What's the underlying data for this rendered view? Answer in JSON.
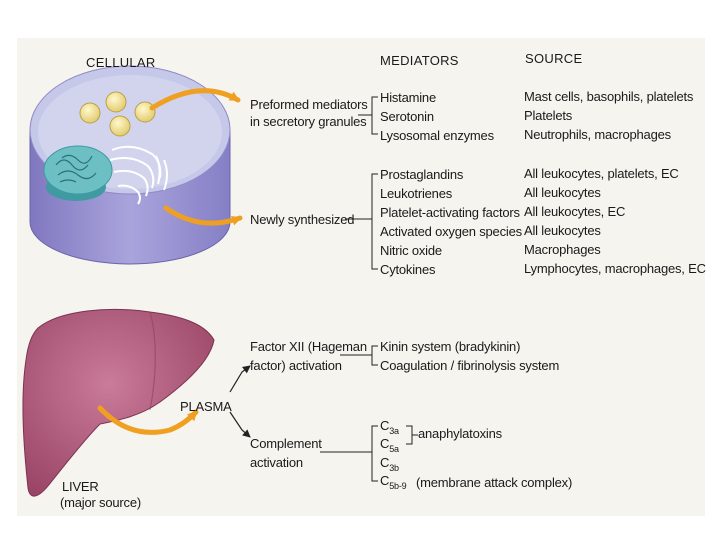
{
  "headers": {
    "cellular": "CELLULAR",
    "mediators": "MEDIATORS",
    "source": "SOURCE"
  },
  "cellular": {
    "preformed": {
      "label": [
        "Preformed mediators",
        "in secretory granules"
      ],
      "mediators": [
        "Histamine",
        "Serotonin",
        "Lysosomal enzymes"
      ],
      "sources": [
        "Mast cells, basophils, platelets",
        "Platelets",
        "Neutrophils, macrophages"
      ]
    },
    "newly": {
      "label": "Newly synthesized",
      "mediators": [
        "Prostaglandins",
        "Leukotrienes",
        "Platelet-activating factors",
        "Activated oxygen species",
        "Nitric oxide",
        "Cytokines"
      ],
      "sources": [
        "All leukocytes, platelets, EC",
        "All leukocytes",
        "All leukocytes, EC",
        "All leukocytes",
        "Macrophages",
        "Lymphocytes, macrophages, EC"
      ]
    }
  },
  "plasma": {
    "label": "PLASMA",
    "liver": [
      "LIVER",
      "(major source)"
    ],
    "factor": {
      "label": [
        "Factor XII (Hageman",
        "factor) activation"
      ],
      "products": [
        "Kinin system (bradykinin)",
        "Coagulation / fibrinolysis system"
      ]
    },
    "complement": {
      "label": [
        "Complement",
        "activation"
      ],
      "items": [
        {
          "base": "C",
          "sub": "3a"
        },
        {
          "base": "C",
          "sub": "5a"
        },
        {
          "base": "C",
          "sub": "3b"
        },
        {
          "base": "C",
          "sub": "5b-9"
        }
      ],
      "anaphylatoxins": "anaphylatoxins",
      "mac": "(membrane attack complex)"
    }
  },
  "colors": {
    "arrow": "#f0a020",
    "cell": "#9d97d2",
    "cellTop": "#c3c6e6",
    "liver": "#b25a7a",
    "nucleus": "#5fb3b8"
  }
}
